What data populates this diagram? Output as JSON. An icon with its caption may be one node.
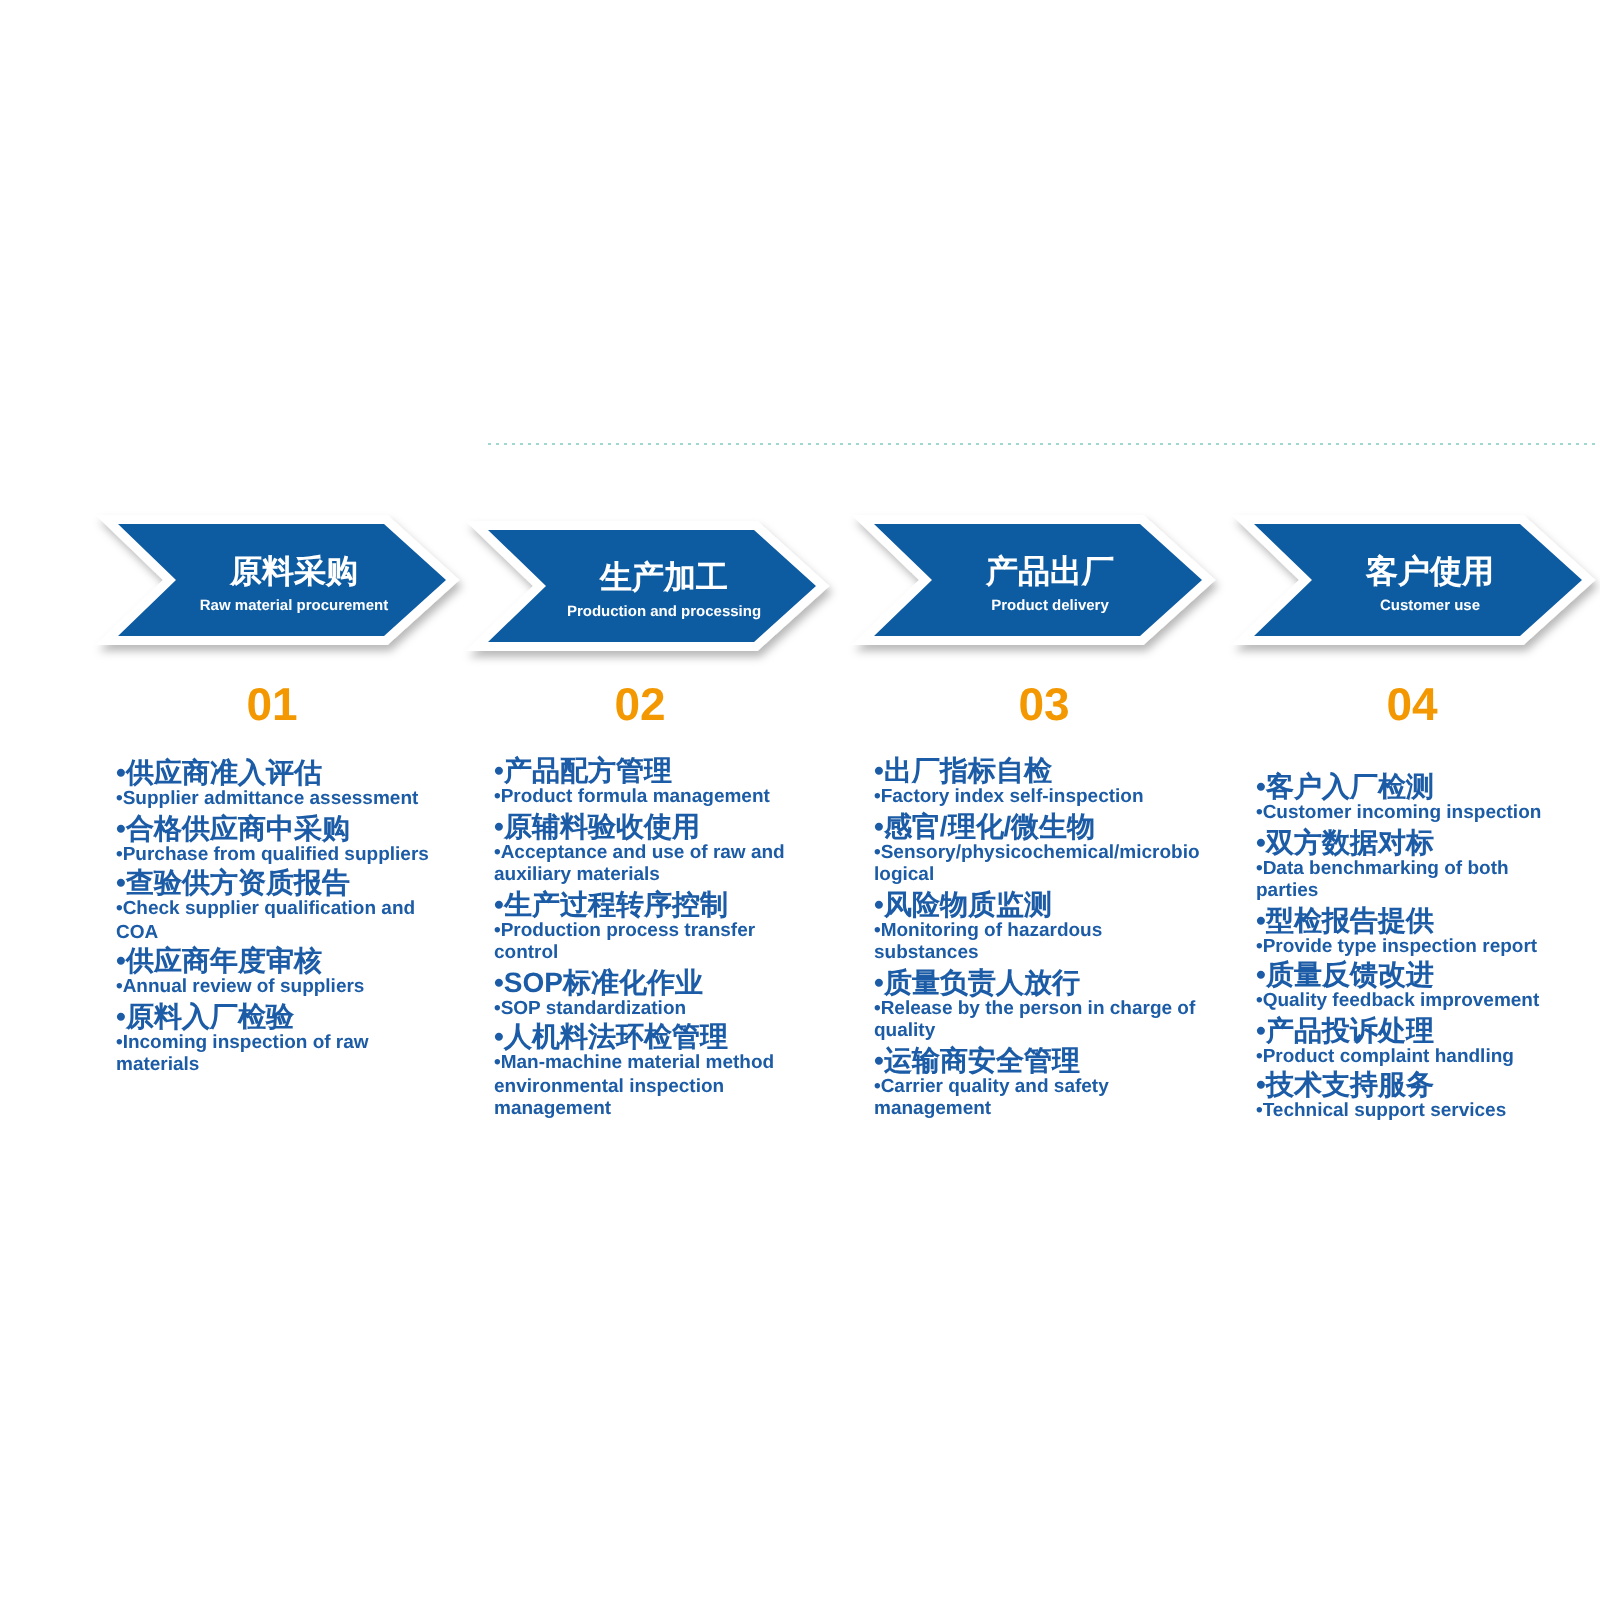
{
  "diagram": {
    "nodes": [
      {
        "text": [
          "原料采购",
          "Raw material procurement"
        ],
        "beside": [
          "01",
          "•供应商准入评估",
          "•Supplier admittance assessment",
          "•合格供应商中采购",
          "•Purchase from qualified suppliers",
          "•查验供方资质报告",
          "•Check supplier qualification and COA",
          "•供应商年度审核",
          "•Annual review of suppliers",
          "•原料入厂检验",
          "•Incoming inspection of raw materials"
        ]
      },
      {
        "text": [
          "生产加工",
          "Production and processing"
        ],
        "beside": [
          "02",
          "•产品配方管理",
          "•Product formula management",
          "•原辅料验收使用",
          "•Acceptance and use of raw and auxiliary materials",
          "•生产过程转序控制",
          "•Production process transfer control",
          "•SOP标准化作业",
          "•SOP standardization",
          "•人机料法环检管理",
          "•Man-machine material method environmental inspection management"
        ]
      },
      {
        "text": [
          "产品出厂",
          "Product delivery"
        ],
        "beside": [
          "03",
          "•出厂指标自检",
          "•Factory index self-inspection",
          "•感官/理化/微生物",
          "•Sensory/physicochemical/microbiological",
          "•风险物质监测",
          "•Monitoring of hazardous substances",
          "•质量负责人放行",
          "•Release by the person in charge of quality",
          "•运输商安全管理",
          "•Carrier quality and safety management"
        ]
      },
      {
        "text": [
          "客户使用",
          "Customer use"
        ],
        "beside": [
          "04",
          "•客户入厂检测",
          "•Customer incoming inspection",
          "•双方数据对标",
          "•Data benchmarking of both parties",
          "•型检报告提供",
          "•Provide type inspection report",
          "•质量反馈改进",
          "•Quality feedback improvement",
          "•产品投诉处理",
          "•Product complaint handling",
          "•技术支持服务",
          "•Technical support services"
        ]
      }
    ]
  }
}
